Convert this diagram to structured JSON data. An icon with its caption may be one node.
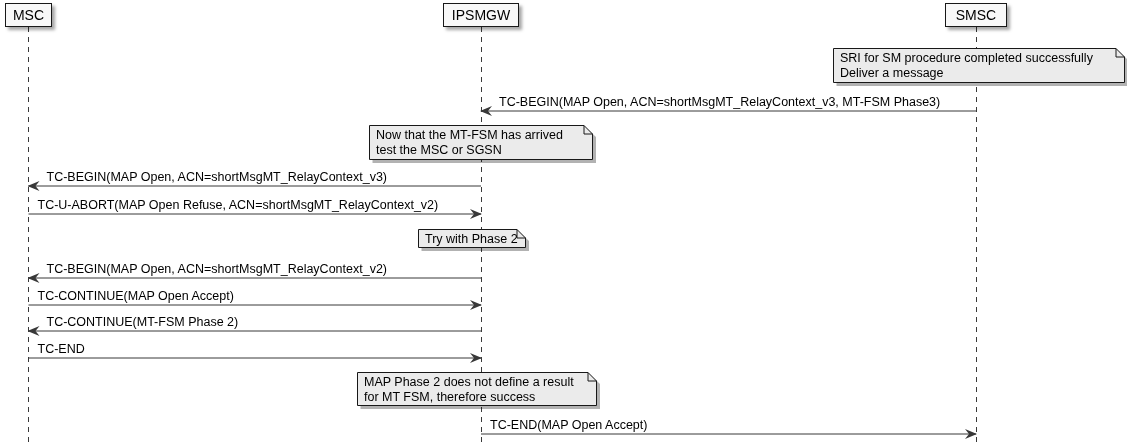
{
  "diagram": {
    "nodes": [
      {
        "text": [
          "MSC"
        ]
      },
      {
        "text": [
          "IPSMGW"
        ]
      },
      {
        "text": [
          "SMSC"
        ]
      },
      {
        "text": [
          "SRI for SM procedure completed successfully Deliver a message"
        ]
      },
      {
        "text": [
          "Now that the MT-FSM has arrived test the MSC or SGSN"
        ]
      },
      {
        "text": [
          "Try with Phase 2"
        ]
      },
      {
        "text": [
          "MAP Phase 2 does not define a result for MT FSM, therefore success"
        ]
      }
    ],
    "edges": [
      {
        "from": 2,
        "to": 1,
        "arrow": "to",
        "label": "TC-BEGIN(MAP Open, ACN=shortMsgMT_RelayContext_v3, MT-FSM Phase3)"
      },
      {
        "from": 1,
        "to": 0,
        "arrow": "to",
        "label": "TC-BEGIN(MAP Open, ACN=shortMsgMT_RelayContext_v3)"
      },
      {
        "from": 0,
        "to": 1,
        "arrow": "to",
        "label": "TC-U-ABORT(MAP Open Refuse, ACN=shortMsgMT_RelayContext_v2)"
      },
      {
        "from": 1,
        "to": 0,
        "arrow": "to",
        "label": "TC-BEGIN(MAP Open, ACN=shortMsgMT_RelayContext_v2)"
      },
      {
        "from": 0,
        "to": 1,
        "arrow": "to",
        "label": "TC-CONTINUE(MAP Open Accept)"
      },
      {
        "from": 1,
        "to": 0,
        "arrow": "to",
        "label": "TC-CONTINUE(MT-FSM Phase 2)"
      },
      {
        "from": 0,
        "to": 1,
        "arrow": "to",
        "label": "TC-END"
      },
      {
        "from": 1,
        "to": 2,
        "arrow": "to",
        "label": "TC-END(MAP Open Accept)"
      }
    ]
  }
}
